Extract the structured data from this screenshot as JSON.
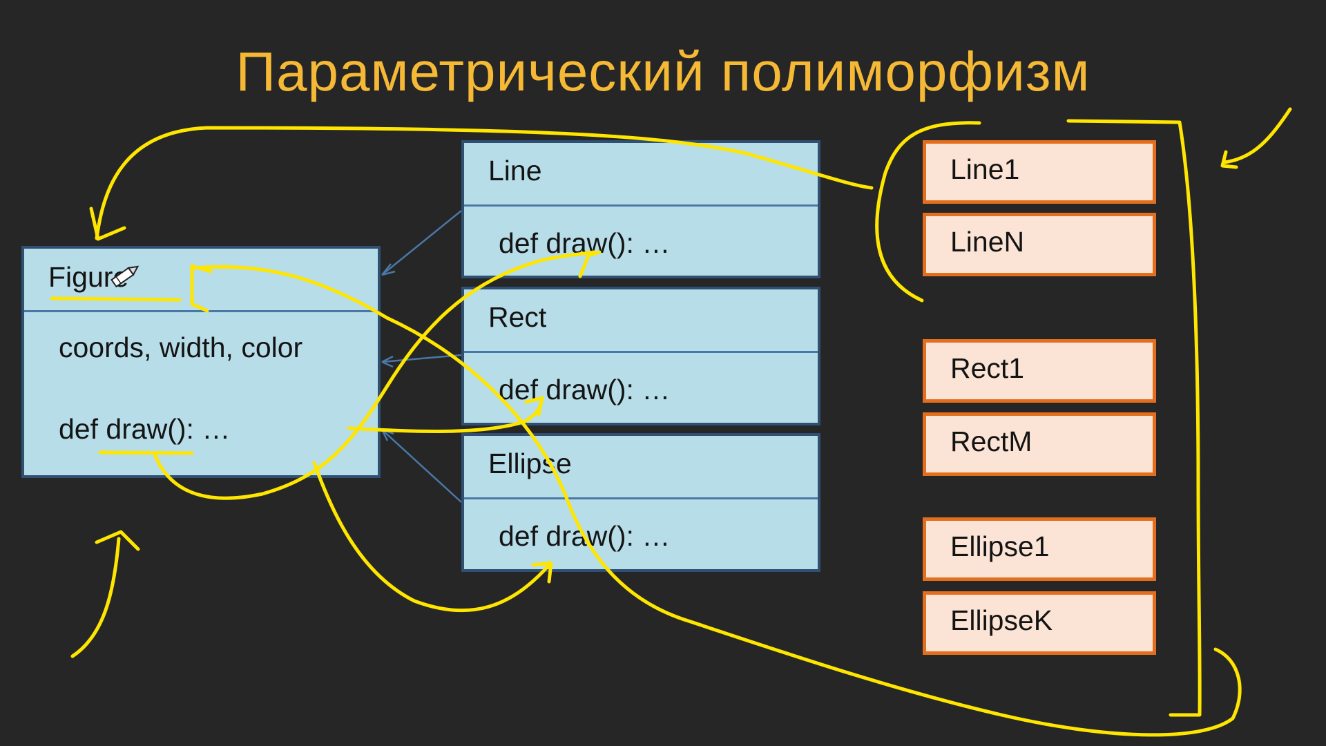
{
  "slide": {
    "title": "Параметрический полиморфизм"
  },
  "classes": {
    "figure": {
      "name": "Figure",
      "attributes": "coords, width, color",
      "method": "def draw(): …"
    },
    "line": {
      "name": "Line",
      "method": "def draw(): …"
    },
    "rect": {
      "name": "Rect",
      "method": "def draw(): …"
    },
    "ellipse": {
      "name": "Ellipse",
      "method": "def draw(): …"
    }
  },
  "objects": [
    "Line1",
    "LineN",
    "Rect1",
    "RectM",
    "Ellipse1",
    "EllipseK"
  ],
  "colors": {
    "background": "#262626",
    "title": "#f5b935",
    "class_fill": "#b7dde8",
    "class_border": "#2f4f73",
    "object_fill": "#fbe4d5",
    "object_border": "#e36f1e",
    "annotation": "#ffe600",
    "inheritance_arrow": "#4a78a6"
  },
  "annotations": {
    "type": "handwritten-pen-strokes",
    "icon": "pencil-cursor-icon"
  }
}
